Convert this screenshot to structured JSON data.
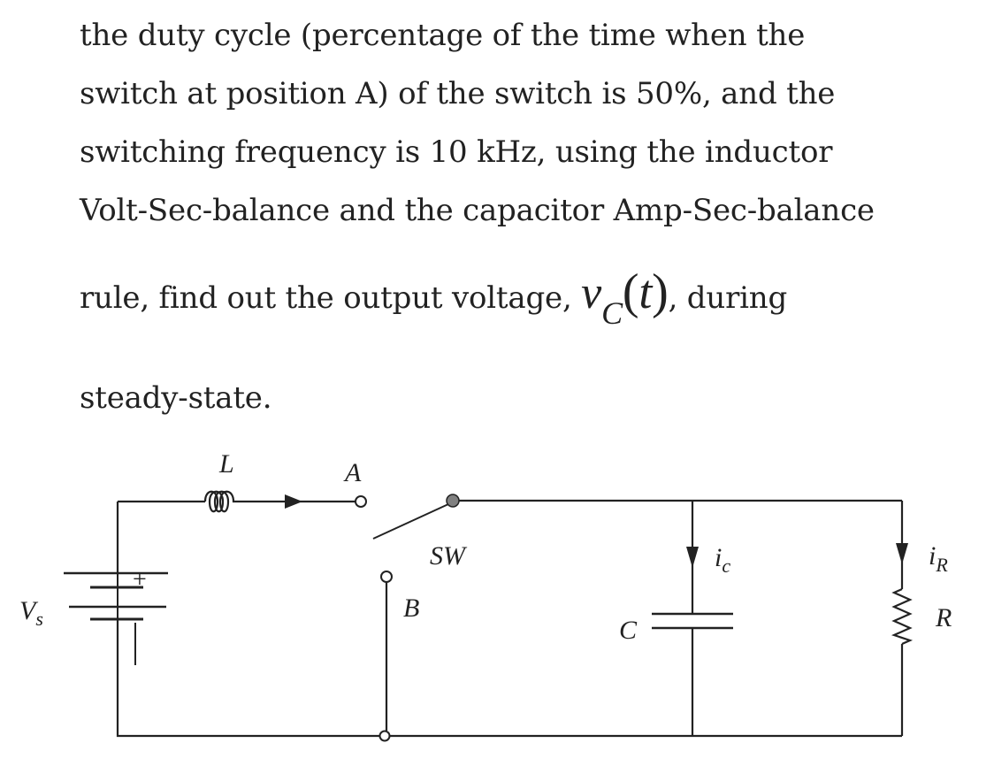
{
  "problem": {
    "line1": "the duty cycle (percentage of the time when the",
    "line2": "switch at position A) of the switch is 50%, and the",
    "line3": "switching frequency is 10 kHz, using the inductor",
    "line4": "Volt-Sec-balance and the capacitor Amp-Sec-balance",
    "line5_pre": "rule, find out the output voltage,",
    "line5_math_v": "v",
    "line5_math_sub": "C",
    "line5_math_open": "(",
    "line5_math_t": "t",
    "line5_math_close": ")",
    "line5_post": ", during",
    "line6": "steady-state."
  },
  "circuit": {
    "inductor_label": "L",
    "node_a_label": "A",
    "node_b_label": "B",
    "switch_label": "SW",
    "source_label_main": "V",
    "source_label_sub": "s",
    "plus_sign": "+",
    "capacitor_label": "C",
    "cap_current_main": "i",
    "cap_current_sub": "c",
    "res_current_main": "i",
    "res_current_sub": "R",
    "resistor_label": "R"
  }
}
